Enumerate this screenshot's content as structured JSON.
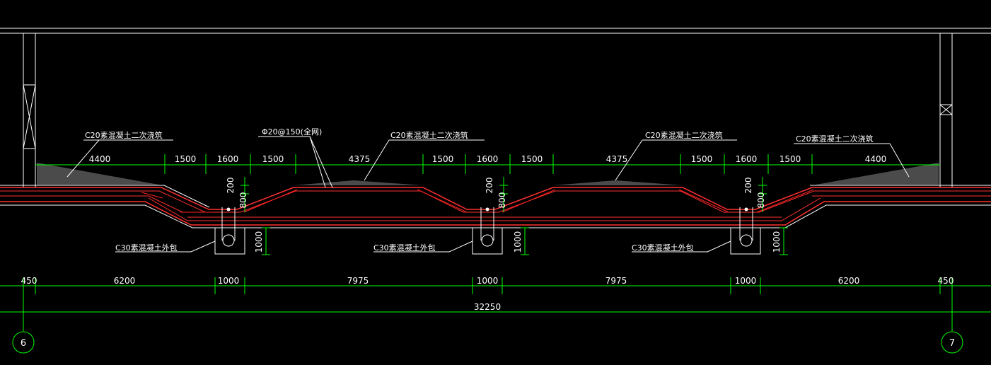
{
  "drawing": {
    "colors": {
      "background": "#000000",
      "structure": "#ffffff",
      "dimension": "#00ff00",
      "rebar": "#ff2020",
      "slab": "#ff3030",
      "leader": "#ffffff"
    },
    "annotations": {
      "c20_left": "C20素混凝土二次浇筑",
      "rebar_note": "Φ20@150(全网)",
      "c20_mid_left": "C20素混凝土二次浇筑",
      "c20_mid_right": "C20素混凝土二次浇筑",
      "c20_right": "C20素混凝土二次浇筑",
      "c30_1": "C30素混凝土外包",
      "c30_2": "C30素混凝土外包",
      "c30_3": "C30素混凝土外包"
    },
    "top_dims": [
      "4400",
      "1500",
      "1600",
      "1500",
      "4375",
      "1500",
      "1600",
      "1500",
      "4375",
      "1500",
      "1600",
      "1500",
      "4400"
    ],
    "vertical_dims": {
      "pit1": [
        "200",
        "800",
        "1000"
      ],
      "pit2": [
        "200",
        "800",
        "1000"
      ],
      "pit3": [
        "200",
        "800",
        "1000"
      ]
    },
    "bottom_dims": [
      "450",
      "6200",
      "1000",
      "7975",
      "1000",
      "7975",
      "1000",
      "6200",
      "450"
    ],
    "total_dim": "32250",
    "axes": [
      "6",
      "7"
    ]
  }
}
